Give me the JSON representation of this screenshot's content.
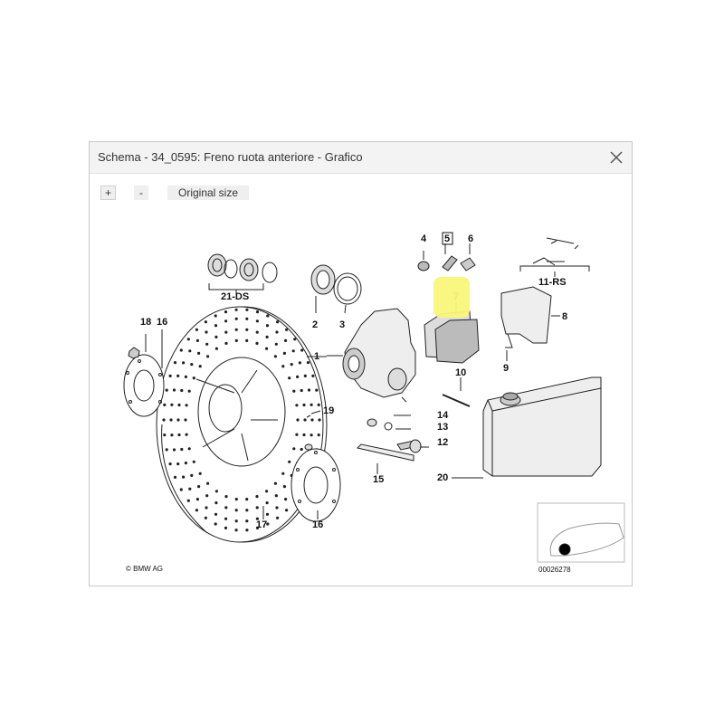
{
  "dialog": {
    "title": "Schema - 34_0595: Freno ruota anteriore - Grafico",
    "close_icon": "close-icon"
  },
  "toolbar": {
    "zoom_in_label": "+",
    "zoom_out_label": "-",
    "original_size_label": "Original size"
  },
  "diagram": {
    "highlight_color": "#f9f57a",
    "copyright": "© BMW AG",
    "image_number": "00026278",
    "parts": [
      {
        "id": "p1",
        "label": "1"
      },
      {
        "id": "p2",
        "label": "2"
      },
      {
        "id": "p3",
        "label": "3"
      },
      {
        "id": "p4",
        "label": "4"
      },
      {
        "id": "p5",
        "label": "5",
        "highlighted": true
      },
      {
        "id": "p6",
        "label": "6"
      },
      {
        "id": "p7",
        "label": "7"
      },
      {
        "id": "p8",
        "label": "8"
      },
      {
        "id": "p9",
        "label": "9"
      },
      {
        "id": "p10",
        "label": "10"
      },
      {
        "id": "p11",
        "label": "11-RS"
      },
      {
        "id": "p12",
        "label": "12"
      },
      {
        "id": "p13",
        "label": "13"
      },
      {
        "id": "p14",
        "label": "14"
      },
      {
        "id": "p15",
        "label": "15"
      },
      {
        "id": "p16a",
        "label": "16"
      },
      {
        "id": "p16b",
        "label": "16"
      },
      {
        "id": "p17",
        "label": "17"
      },
      {
        "id": "p18",
        "label": "18"
      },
      {
        "id": "p19",
        "label": "19"
      },
      {
        "id": "p20",
        "label": "20"
      },
      {
        "id": "p21",
        "label": "21-DS"
      }
    ]
  }
}
